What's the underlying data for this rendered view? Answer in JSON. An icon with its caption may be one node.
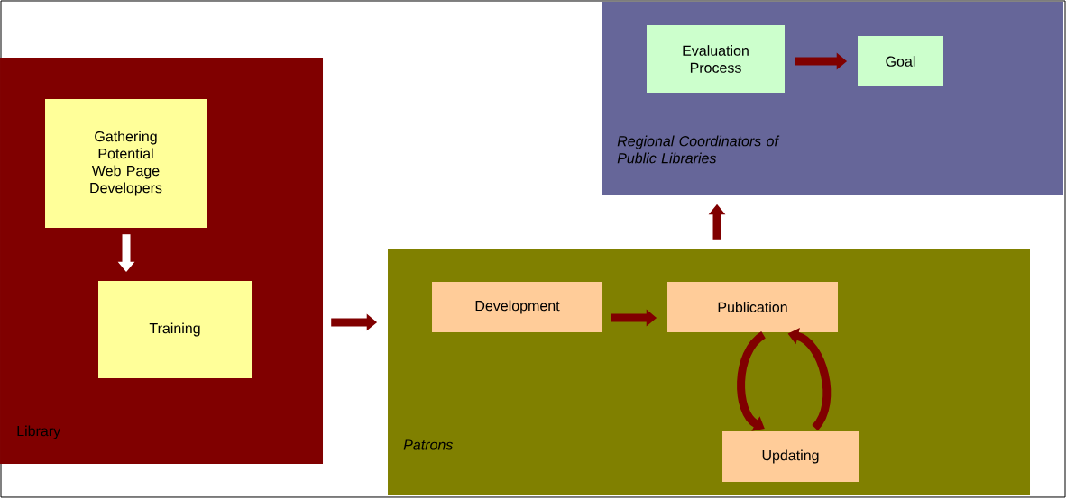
{
  "diagram": {
    "nodes": [
      {
        "text": [
          "Library"
        ]
      },
      {
        "text": [
          "Gathering Potential Web Page Developers"
        ],
        "in": 0
      },
      {
        "text": [
          "Training"
        ],
        "in": 0
      },
      {
        "text": [
          "Patrons"
        ]
      },
      {
        "text": [
          "Development"
        ],
        "in": 3
      },
      {
        "text": [
          "Publication"
        ],
        "in": 3
      },
      {
        "text": [
          "Updating"
        ],
        "in": 3
      },
      {
        "text": [
          "Regional Coordinators of Public Libraries"
        ]
      },
      {
        "text": [
          "Evaluation Process"
        ],
        "in": 7
      },
      {
        "text": [
          "Goal"
        ],
        "in": 7
      }
    ],
    "edges": [
      {
        "from": 1,
        "to": 2,
        "arrow": "to",
        "color": "#ffffff"
      },
      {
        "from": 0,
        "to": 3,
        "arrow": "to"
      },
      {
        "from": 4,
        "to": 5,
        "arrow": "to"
      },
      {
        "from": 5,
        "to": 6,
        "arrow": "to"
      },
      {
        "from": 6,
        "to": 5,
        "arrow": "to"
      },
      {
        "from": 3,
        "to": 7,
        "arrow": "to"
      },
      {
        "from": 8,
        "to": 9,
        "arrow": "to"
      }
    ]
  }
}
